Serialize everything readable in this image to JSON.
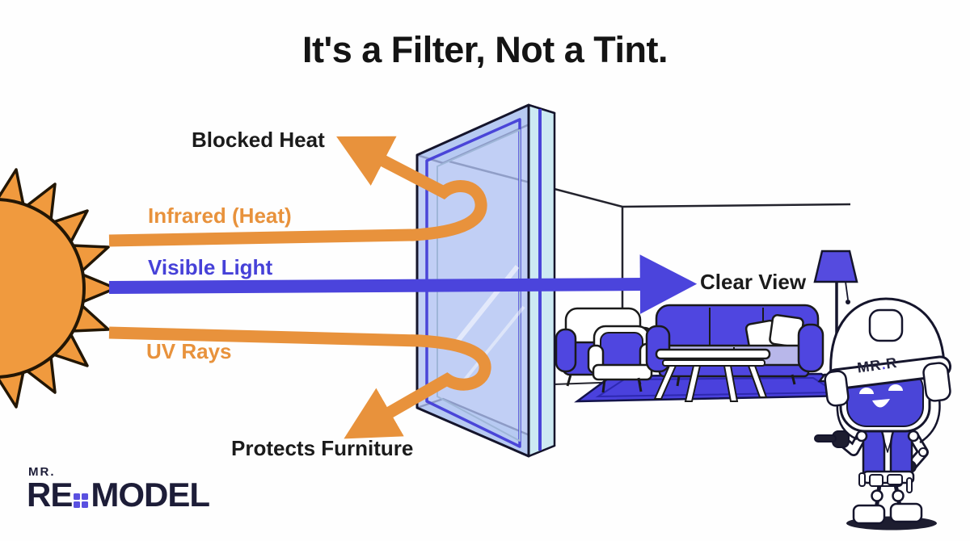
{
  "title": "It's a Filter, Not a Tint.",
  "diagram": {
    "source": "sun",
    "barrier": "double-pane window glass",
    "rays": [
      {
        "name": "Infrared (Heat)",
        "color": "#E8923C",
        "result": "Blocked Heat",
        "outcome": "reflected upward by glass"
      },
      {
        "name": "Visible Light",
        "color": "#4B44DC",
        "result": "Clear View",
        "outcome": "passes through glass"
      },
      {
        "name": "UV Rays",
        "color": "#E8923C",
        "result": "Protects Furniture",
        "outcome": "reflected downward by glass"
      }
    ]
  },
  "room": {
    "furniture": [
      "armchair",
      "armchair",
      "sofa",
      "coffee-table",
      "rug",
      "floor-lamp"
    ]
  },
  "mascot": {
    "hat_left": "MR",
    "hat_dot": ".",
    "hat_right": "R"
  },
  "brand": {
    "prefix": "MR.",
    "word_start": "RE",
    "word_end": "MODEL"
  },
  "colors": {
    "orange": "#E8923C",
    "blue_arrow": "#4B44DC",
    "glass_fill": "#C2CDF4",
    "glass_edge": "#CDEAF3",
    "pane_purple": "#4A45D8",
    "furniture_blue": "#4F46E0",
    "furniture_light": "#B8B7EA",
    "ink": "#15152C",
    "brand_navy": "#1D1D38"
  }
}
